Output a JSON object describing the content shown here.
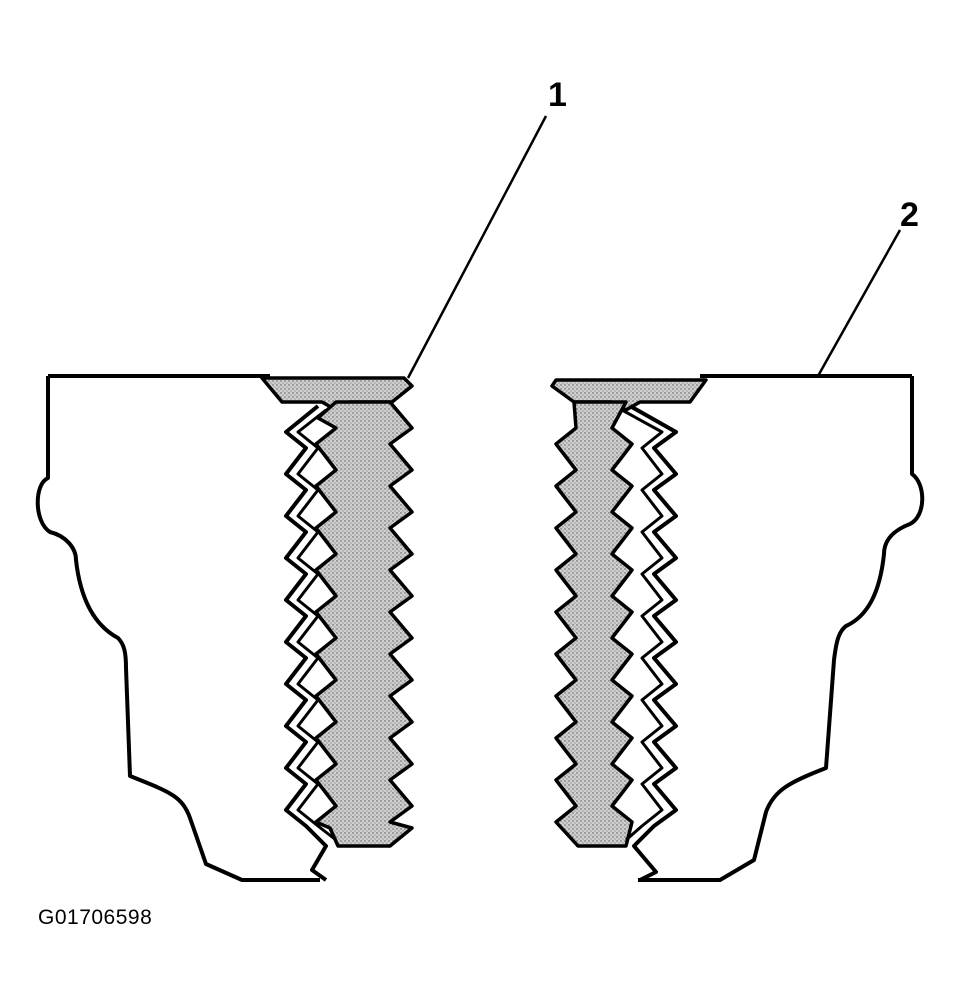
{
  "callouts": [
    {
      "number": "1"
    },
    {
      "number": "2"
    }
  ],
  "figure_id": "G01706598",
  "colors": {
    "line": "#000000",
    "insert_fill": "#c8c8c8",
    "background": "#ffffff"
  }
}
